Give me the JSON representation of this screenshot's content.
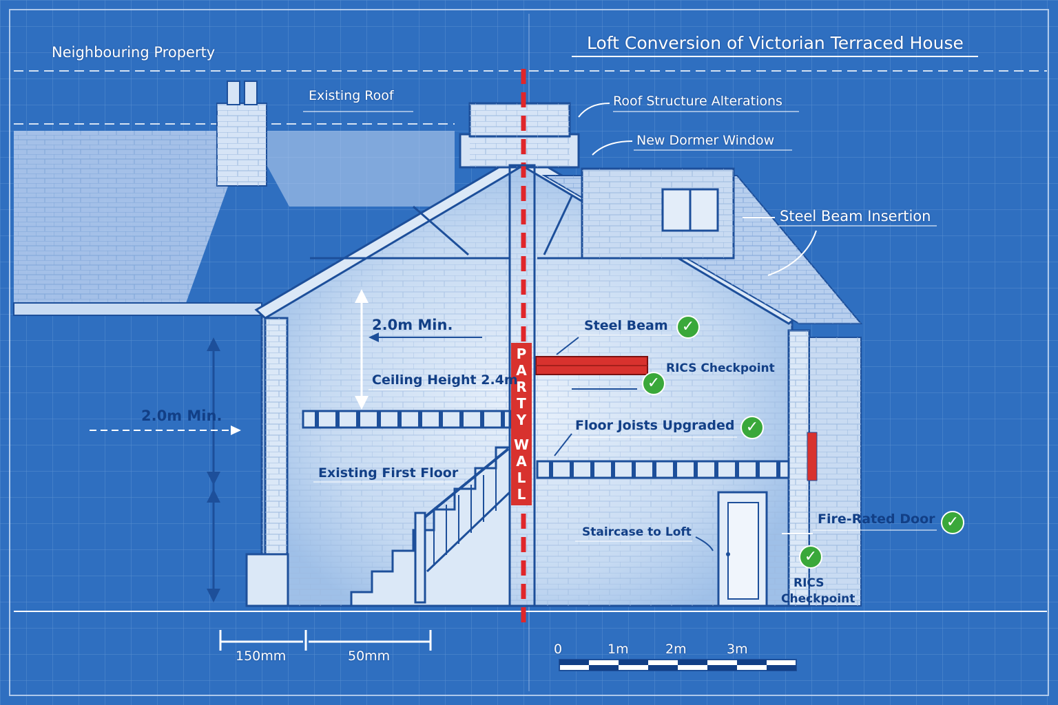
{
  "title": "Loft Conversion of Victorian Terraced House",
  "labels": {
    "neighbouring_property": "Neighbouring Property",
    "existing_roof": "Existing Roof",
    "roof_structure_alterations": "Roof Structure Alterations",
    "new_dormer_window": "New Dormer Window",
    "steel_beam_insertion": "Steel Beam Insertion",
    "steel_beam": "Steel Beam",
    "rics_checkpoint_1": "RICS Checkpoint",
    "floor_joists_upgraded": "Floor Joists Upgraded",
    "fire_rated_door": "Fire-Rated Door",
    "rics_checkpoint_2_line1": "RICS",
    "rics_checkpoint_2_line2": "Checkpoint",
    "staircase_to_loft": "Staircase to Loft",
    "existing_first_floor": "Existing First Floor",
    "ceiling_height": "Ceiling Height 2.4m",
    "min_height_loft": "2.0m Min.",
    "min_height_left": "2.0m Min.",
    "dim_150": "150mm",
    "dim_50": "50mm",
    "party_wall": [
      "P",
      "A",
      "R",
      "T",
      "Y",
      "",
      "W",
      "A",
      "L",
      "L"
    ]
  },
  "scale_bar": [
    "0",
    "1m",
    "2m",
    "3m"
  ],
  "check_mark": "✓",
  "colors": {
    "background": "#2f6fc0",
    "paper": "#dbe8f7",
    "line": "#1d4f9a",
    "party_wall": "#d8322e",
    "check": "#3aa83a"
  }
}
